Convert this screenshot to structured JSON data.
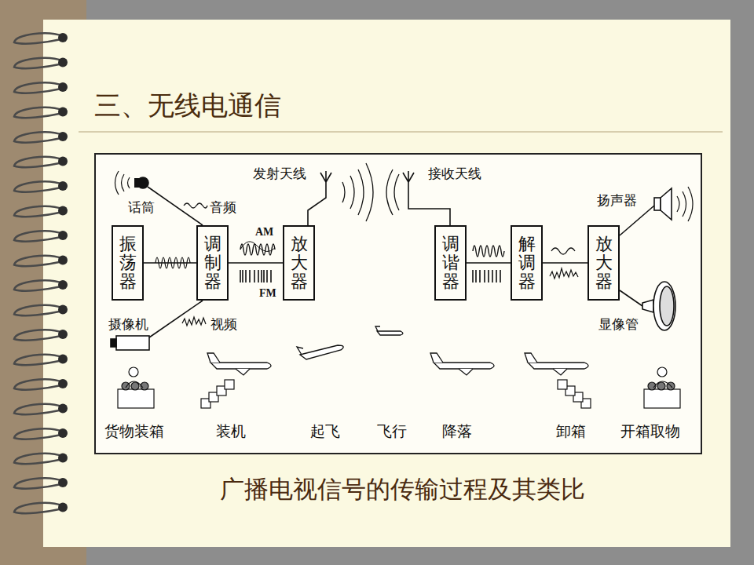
{
  "diagram": {
    "title": "三、无线电通信",
    "caption": "广播电视信号的传输过程及其类比",
    "nodes": [
      {
        "text": [
          "振荡器"
        ]
      },
      {
        "text": [
          "调制器"
        ]
      },
      {
        "text": [
          "放大器"
        ]
      },
      {
        "text": [
          "调谐器"
        ]
      },
      {
        "text": [
          "解调器"
        ]
      },
      {
        "text": [
          "放大器"
        ]
      }
    ],
    "edges": [
      {
        "from": 0,
        "to": 1,
        "arrow": "none"
      },
      {
        "from": 1,
        "to": 2,
        "arrow": "none"
      },
      {
        "from": 3,
        "to": 4,
        "arrow": "none"
      },
      {
        "from": 4,
        "to": 5,
        "arrow": "none"
      }
    ],
    "labels": [
      "话筒",
      "音频",
      "摄像机",
      "视频",
      "AM",
      "FM",
      "发射天线",
      "接收天线",
      "扬声器",
      "显像管",
      "货物装箱",
      "装机",
      "起飞",
      "飞行",
      "降落",
      "卸箱",
      "开箱取物"
    ]
  }
}
